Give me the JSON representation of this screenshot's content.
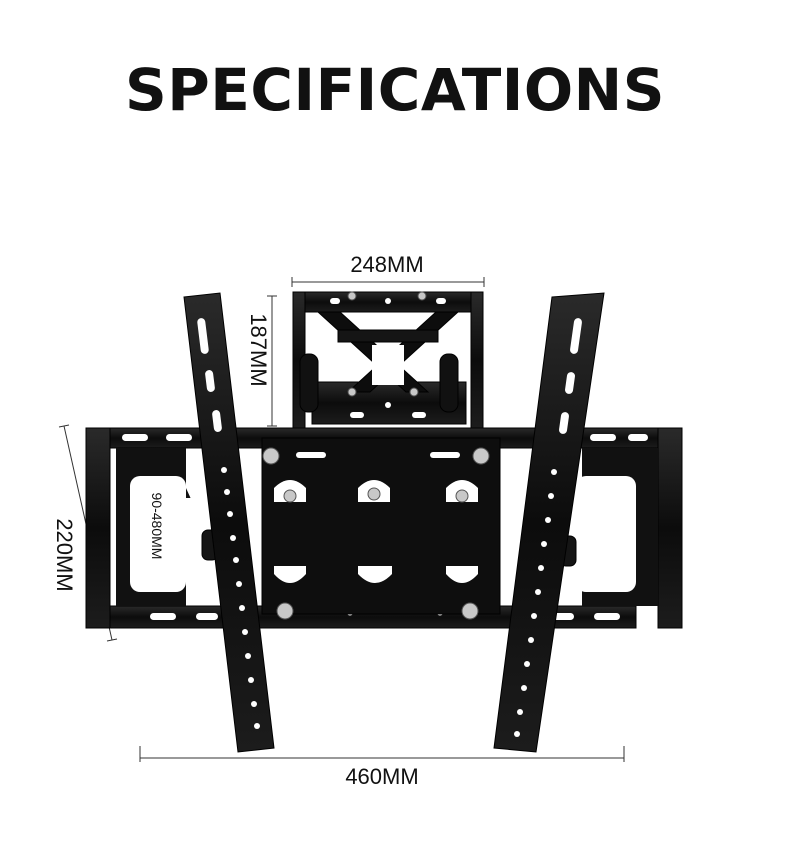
{
  "title": "SPECIFICATIONS",
  "dimensions": {
    "top_width": "248MM",
    "top_height": "187MM",
    "panel_height": "220MM",
    "adjust_range": "90-480MM",
    "bottom_width": "460MM"
  },
  "colors": {
    "background": "#ffffff",
    "mount": "#0b0b0b",
    "dimension_line": "#333333",
    "hardware": "#c8c8c8"
  }
}
